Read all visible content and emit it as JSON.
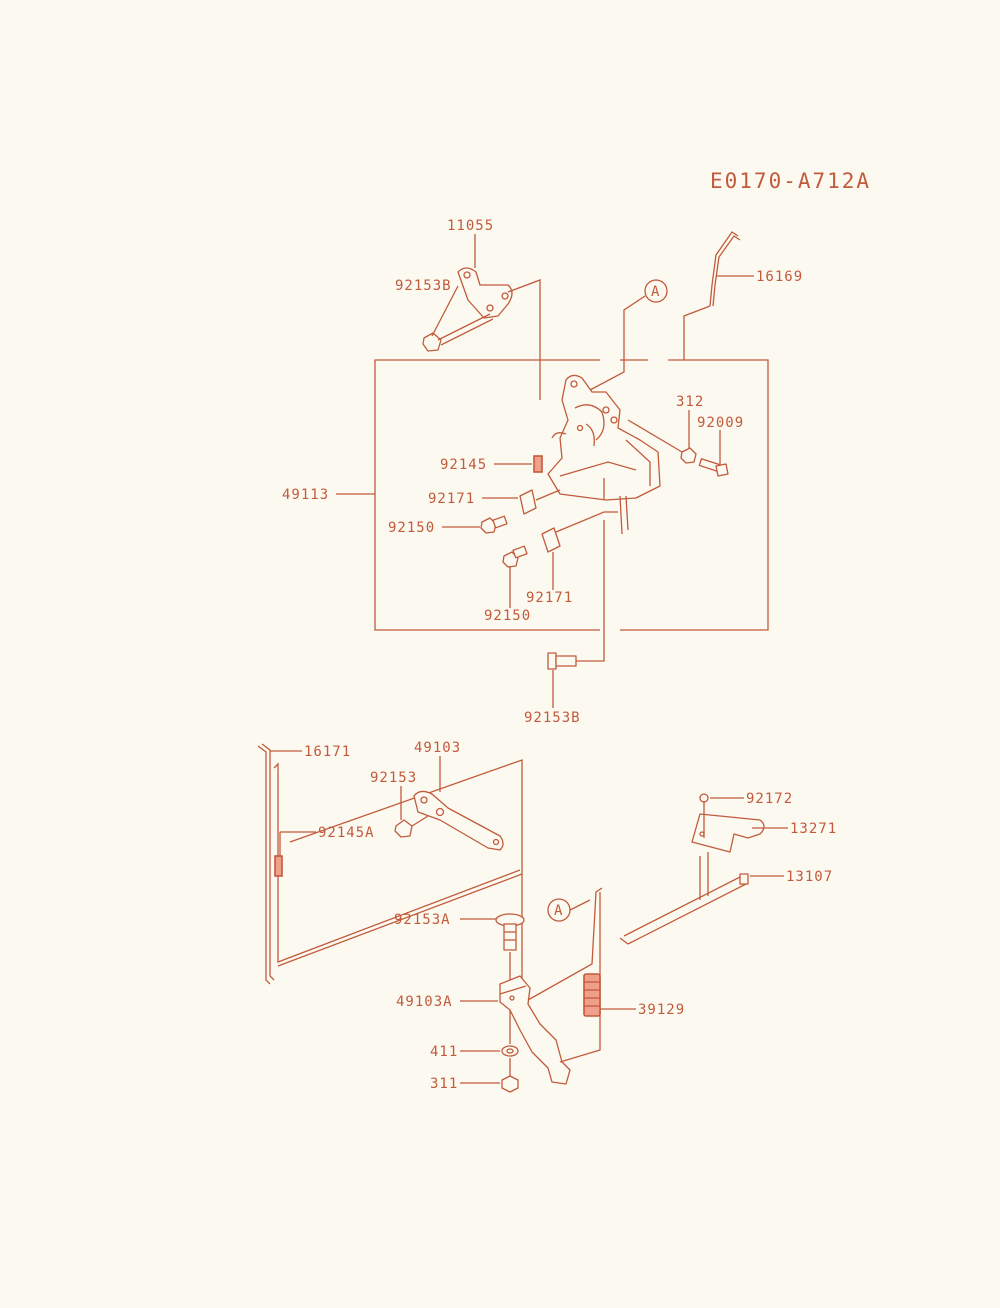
{
  "diagram_code": "E0170-A712A",
  "callout_marker": "A",
  "part_labels": {
    "p11055": "11055",
    "p92153B_top": "92153B",
    "p16169": "16169",
    "p312": "312",
    "p92009": "92009",
    "p92145": "92145",
    "p49113": "49113",
    "p92171_a": "92171",
    "p92150_a": "92150",
    "p92171_b": "92171",
    "p92150_b": "92150",
    "p92153B_bottom": "92153B",
    "p16171": "16171",
    "p49103": "49103",
    "p92153": "92153",
    "p92145A": "92145A",
    "p92172": "92172",
    "p13271": "13271",
    "p13107": "13107",
    "p92153A": "92153A",
    "p49103A": "49103A",
    "p39129": "39129",
    "p411": "411",
    "p311": "311"
  },
  "colors": {
    "line": "#c25a3c",
    "background": "#fcfaf0",
    "spring_fill": "#f0a08a"
  }
}
